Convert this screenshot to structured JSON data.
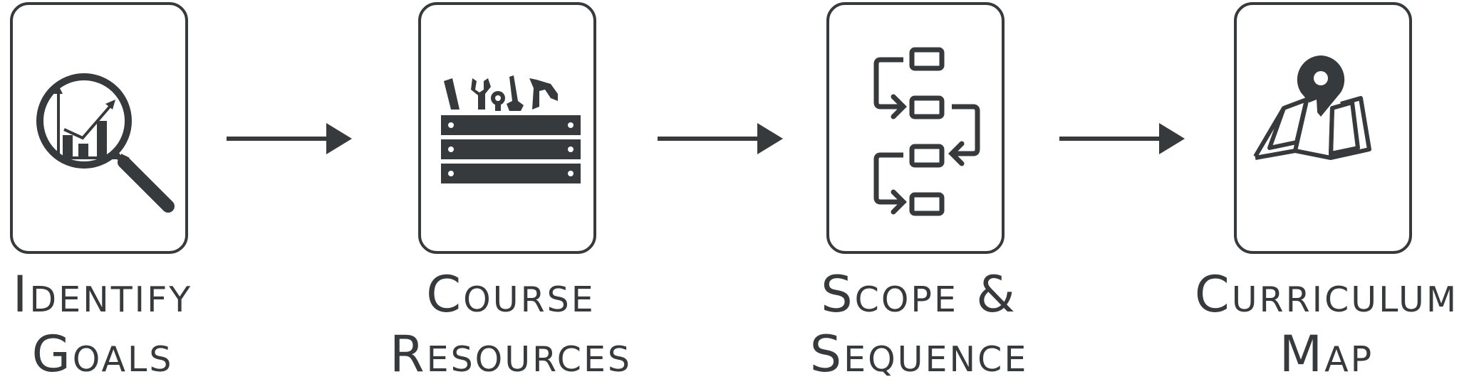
{
  "colors": {
    "ink": "#373a3c",
    "background": "#ffffff"
  },
  "steps": [
    {
      "icon": "magnifier-chart-icon",
      "line1": "Identify",
      "line2": "Goals"
    },
    {
      "icon": "toolbox-icon",
      "line1": "Course",
      "line2": "Resources"
    },
    {
      "icon": "flow-sequence-icon",
      "line1": "Scope &",
      "line2": "Sequence"
    },
    {
      "icon": "map-pin-icon",
      "line1": "Curriculum",
      "line2": "Map"
    }
  ]
}
